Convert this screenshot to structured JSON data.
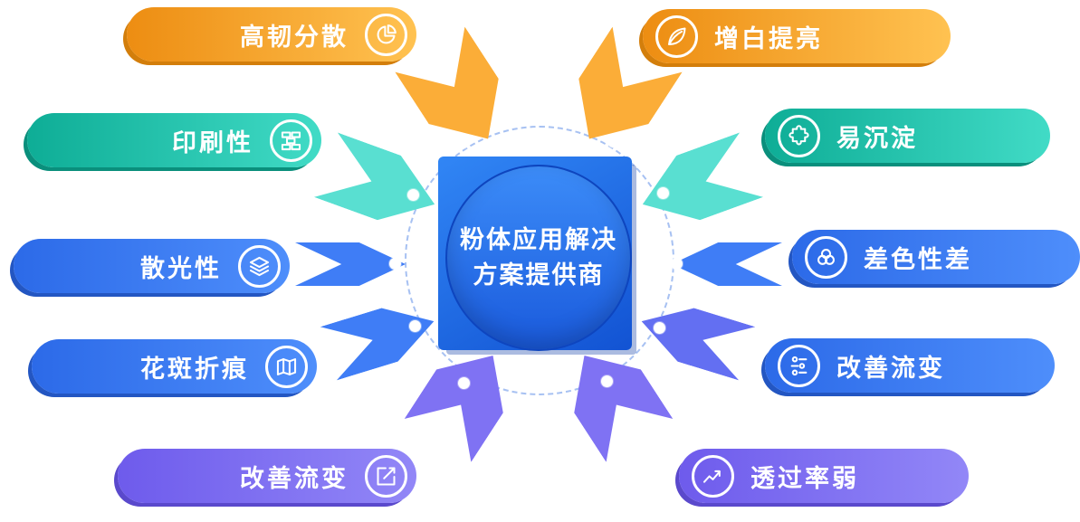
{
  "center": {
    "line1": "粉体应用解决",
    "line2": "方案提供商"
  },
  "left_items": [
    {
      "label": "高韧分散",
      "icon": "pie-chart"
    },
    {
      "label": "印刷性",
      "icon": "bricks"
    },
    {
      "label": "散光性",
      "icon": "layers"
    },
    {
      "label": "花斑折痕",
      "icon": "map"
    },
    {
      "label": "改善流变",
      "icon": "edit"
    }
  ],
  "right_items": [
    {
      "label": "增白提亮",
      "icon": "leaf"
    },
    {
      "label": "易沉淀",
      "icon": "puzzle"
    },
    {
      "label": "差色性差",
      "icon": "color-circles"
    },
    {
      "label": "改善流变",
      "icon": "flow-sliders"
    },
    {
      "label": "透过率弱",
      "icon": "trend-line"
    }
  ],
  "palette": {
    "orange": "#F9A01B",
    "teal": "#17BFA8",
    "blue": "#3E7BF2",
    "purple": "#7A6CF0",
    "center_blue": "#1E63DF"
  }
}
